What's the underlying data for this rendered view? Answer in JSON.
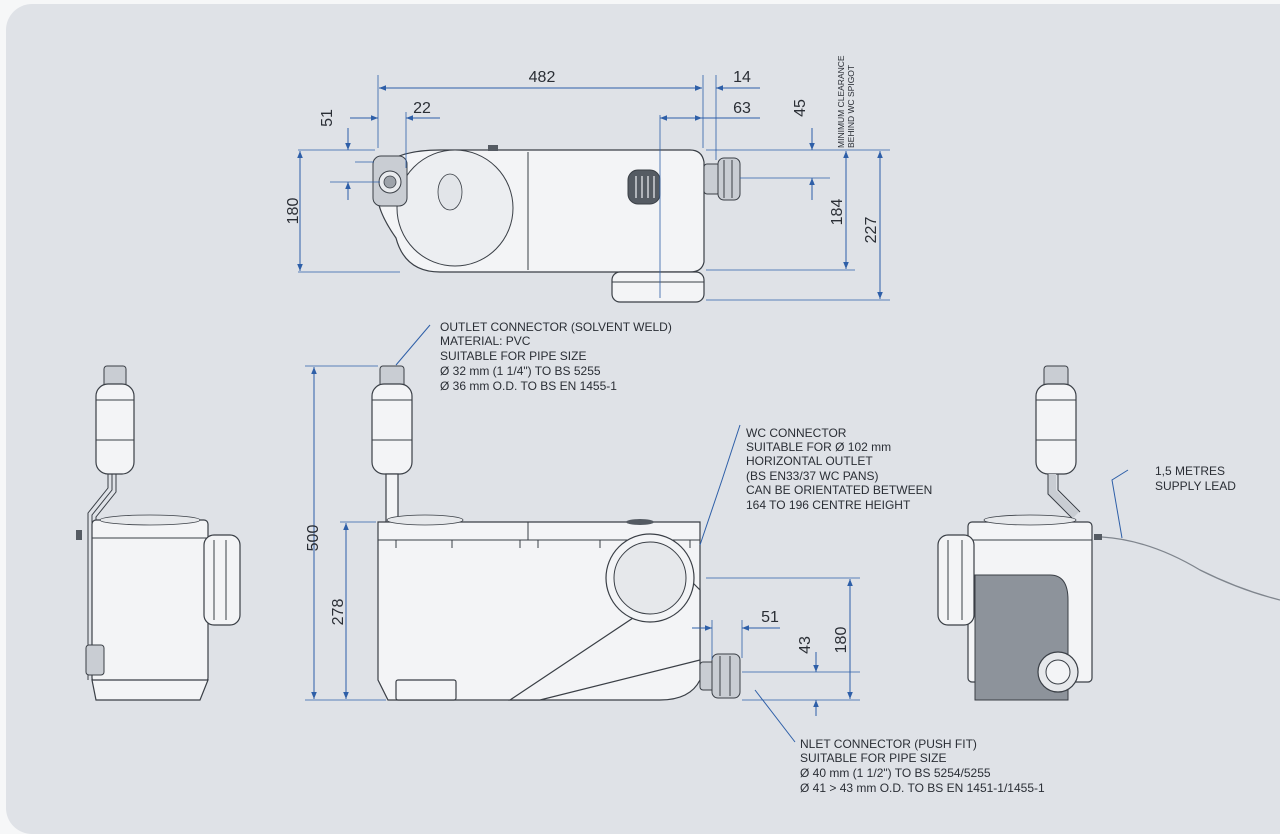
{
  "top_view": {
    "dim_width": "482",
    "dim_14": "14",
    "dim_22": "22",
    "dim_63": "63",
    "dim_51": "51",
    "dim_45": "45",
    "dim_180": "180",
    "dim_184": "184",
    "dim_227": "227",
    "clearance_line1": "MINIMUM CLEARANCE",
    "clearance_line2": "BEHIND WC SPIGOT"
  },
  "front_view": {
    "dim_500": "500",
    "dim_278": "278",
    "dim_51": "51",
    "dim_43": "43",
    "dim_180": "180"
  },
  "outlet_note": [
    "OUTLET CONNECTOR (SOLVENT WELD)",
    "MATERIAL: PVC",
    "SUITABLE FOR PIPE SIZE",
    "Ø 32 mm (1 1/4\") TO BS 5255",
    "Ø 36 mm O.D. TO BS EN 1455-1"
  ],
  "wc_note": [
    "WC CONNECTOR",
    "SUITABLE FOR Ø 102 mm",
    "HORIZONTAL OUTLET",
    "(BS EN33/37 WC PANS)",
    "CAN BE ORIENTATED BETWEEN",
    "164 TO 196 CENTRE HEIGHT"
  ],
  "supply_note": [
    "1,5 METRES",
    "SUPPLY LEAD"
  ],
  "inlet_note": [
    "NLET CONNECTOR (PUSH FIT)",
    "SUITABLE FOR PIPE SIZE",
    "Ø 40 mm (1 1/2\") TO BS 5254/5255",
    "Ø 41 > 43 mm O.D. TO BS EN 1451-1/1455-1"
  ]
}
